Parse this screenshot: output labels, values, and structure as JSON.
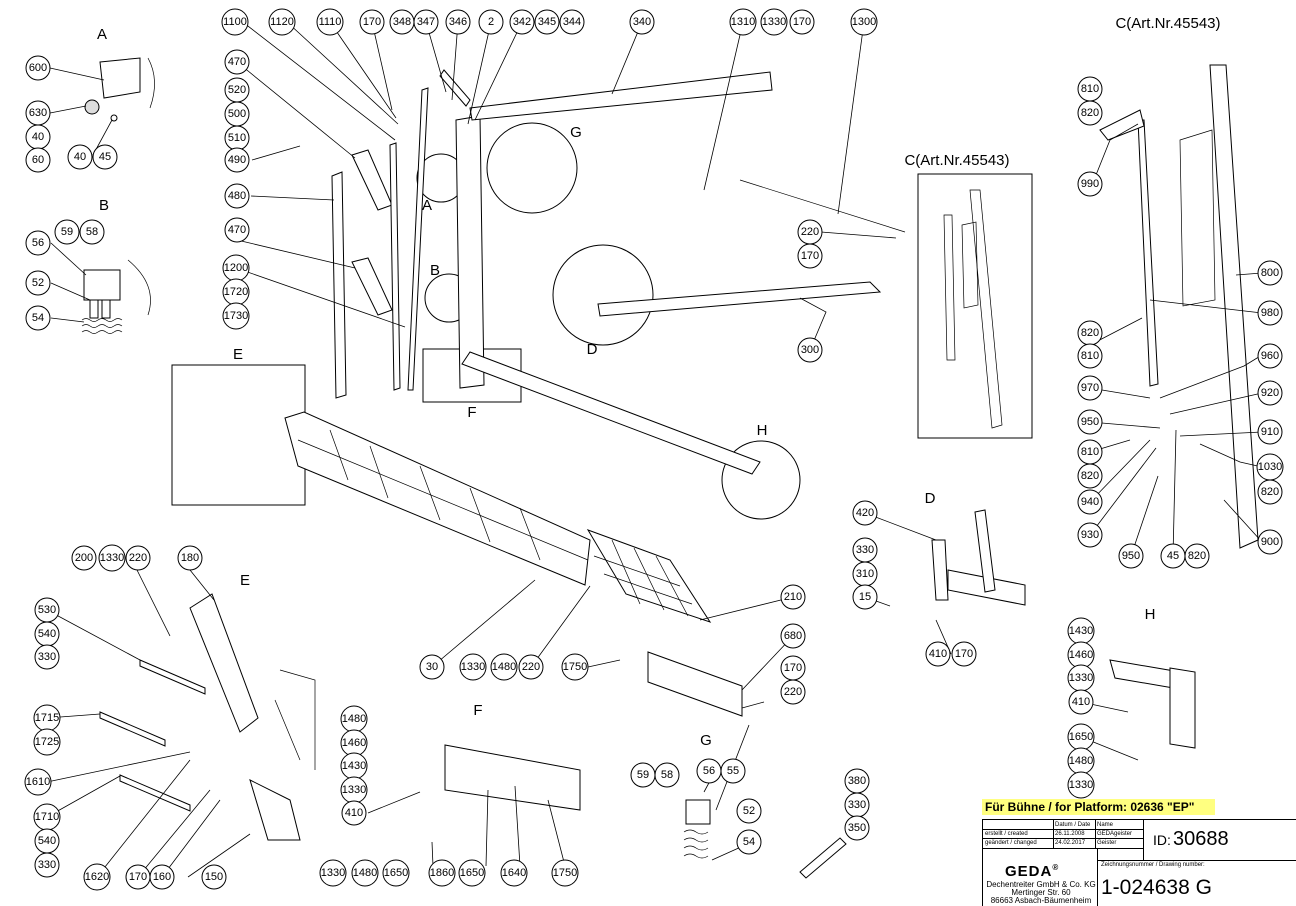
{
  "document": {
    "type": "exploded parts diagram",
    "title_block": {
      "platform_label": "Für Bühne / for Platform: 02636 \"EP\"",
      "headers": {
        "date": "Datum / Date",
        "name": "Name"
      },
      "created_label": "erstellt / created",
      "created_date": "26.11.2008",
      "created_name": "GEDAgeister",
      "changed_label": "geändert / changed",
      "changed_date": "24.02.2017",
      "changed_name": "Geister",
      "id_label": "ID:",
      "id_value": "30688",
      "drawing_number_label": "Zeichnungsnummer / Drawing number:",
      "drawing_number": "1-024638 G",
      "company_logo": "GEDA",
      "company_reg": "®",
      "company_name": "Dechentreiter GmbH & Co. KG",
      "company_street": "Mertinger Str. 60",
      "company_city": "86663 Asbach-Bäumenheim"
    },
    "detail_labels": {
      "A_top": "A",
      "B_top": "B",
      "E_box": "E",
      "A_inline": "A",
      "B_inline": "B",
      "G_inline": "G",
      "F_inline": "F",
      "D_inline": "D",
      "H_inline": "H",
      "C_box": "C(Art.Nr.45543)",
      "C_right": "C(Art.Nr.45543)",
      "E_detail": "E",
      "F_detail": "F",
      "G_detail": "G",
      "D_detail": "D",
      "H_detail": "H"
    },
    "callouts": [
      "600",
      "630",
      "40",
      "60",
      "40",
      "45",
      "59",
      "58",
      "56",
      "52",
      "54",
      "1100",
      "1120",
      "1110",
      "170",
      "348",
      "347",
      "346",
      "2",
      "342",
      "345",
      "344",
      "340",
      "470",
      "520",
      "500",
      "510",
      "490",
      "480",
      "470",
      "1200",
      "1720",
      "1730",
      "1310",
      "1330",
      "170",
      "1300",
      "220",
      "170",
      "300",
      "810",
      "820",
      "990",
      "800",
      "980",
      "820",
      "810",
      "960",
      "970",
      "920",
      "950",
      "910",
      "810",
      "820",
      "1030",
      "820",
      "940",
      "930",
      "900",
      "950",
      "45",
      "820",
      "200",
      "1330",
      "220",
      "180",
      "530",
      "540",
      "330",
      "1715",
      "1725",
      "1610",
      "1710",
      "540",
      "330",
      "1620",
      "170",
      "160",
      "150",
      "30",
      "1330",
      "1480",
      "220",
      "210",
      "1750",
      "680",
      "170",
      "220",
      "420",
      "330",
      "310",
      "15",
      "410",
      "170",
      "1430",
      "1460",
      "1330",
      "410",
      "1650",
      "1480",
      "1330",
      "1480",
      "1460",
      "1430",
      "1330",
      "410",
      "1330",
      "1480",
      "1650",
      "1860",
      "1650",
      "1640",
      "1750",
      "59",
      "58",
      "56",
      "55",
      "52",
      "54",
      "380",
      "330",
      "350"
    ]
  }
}
